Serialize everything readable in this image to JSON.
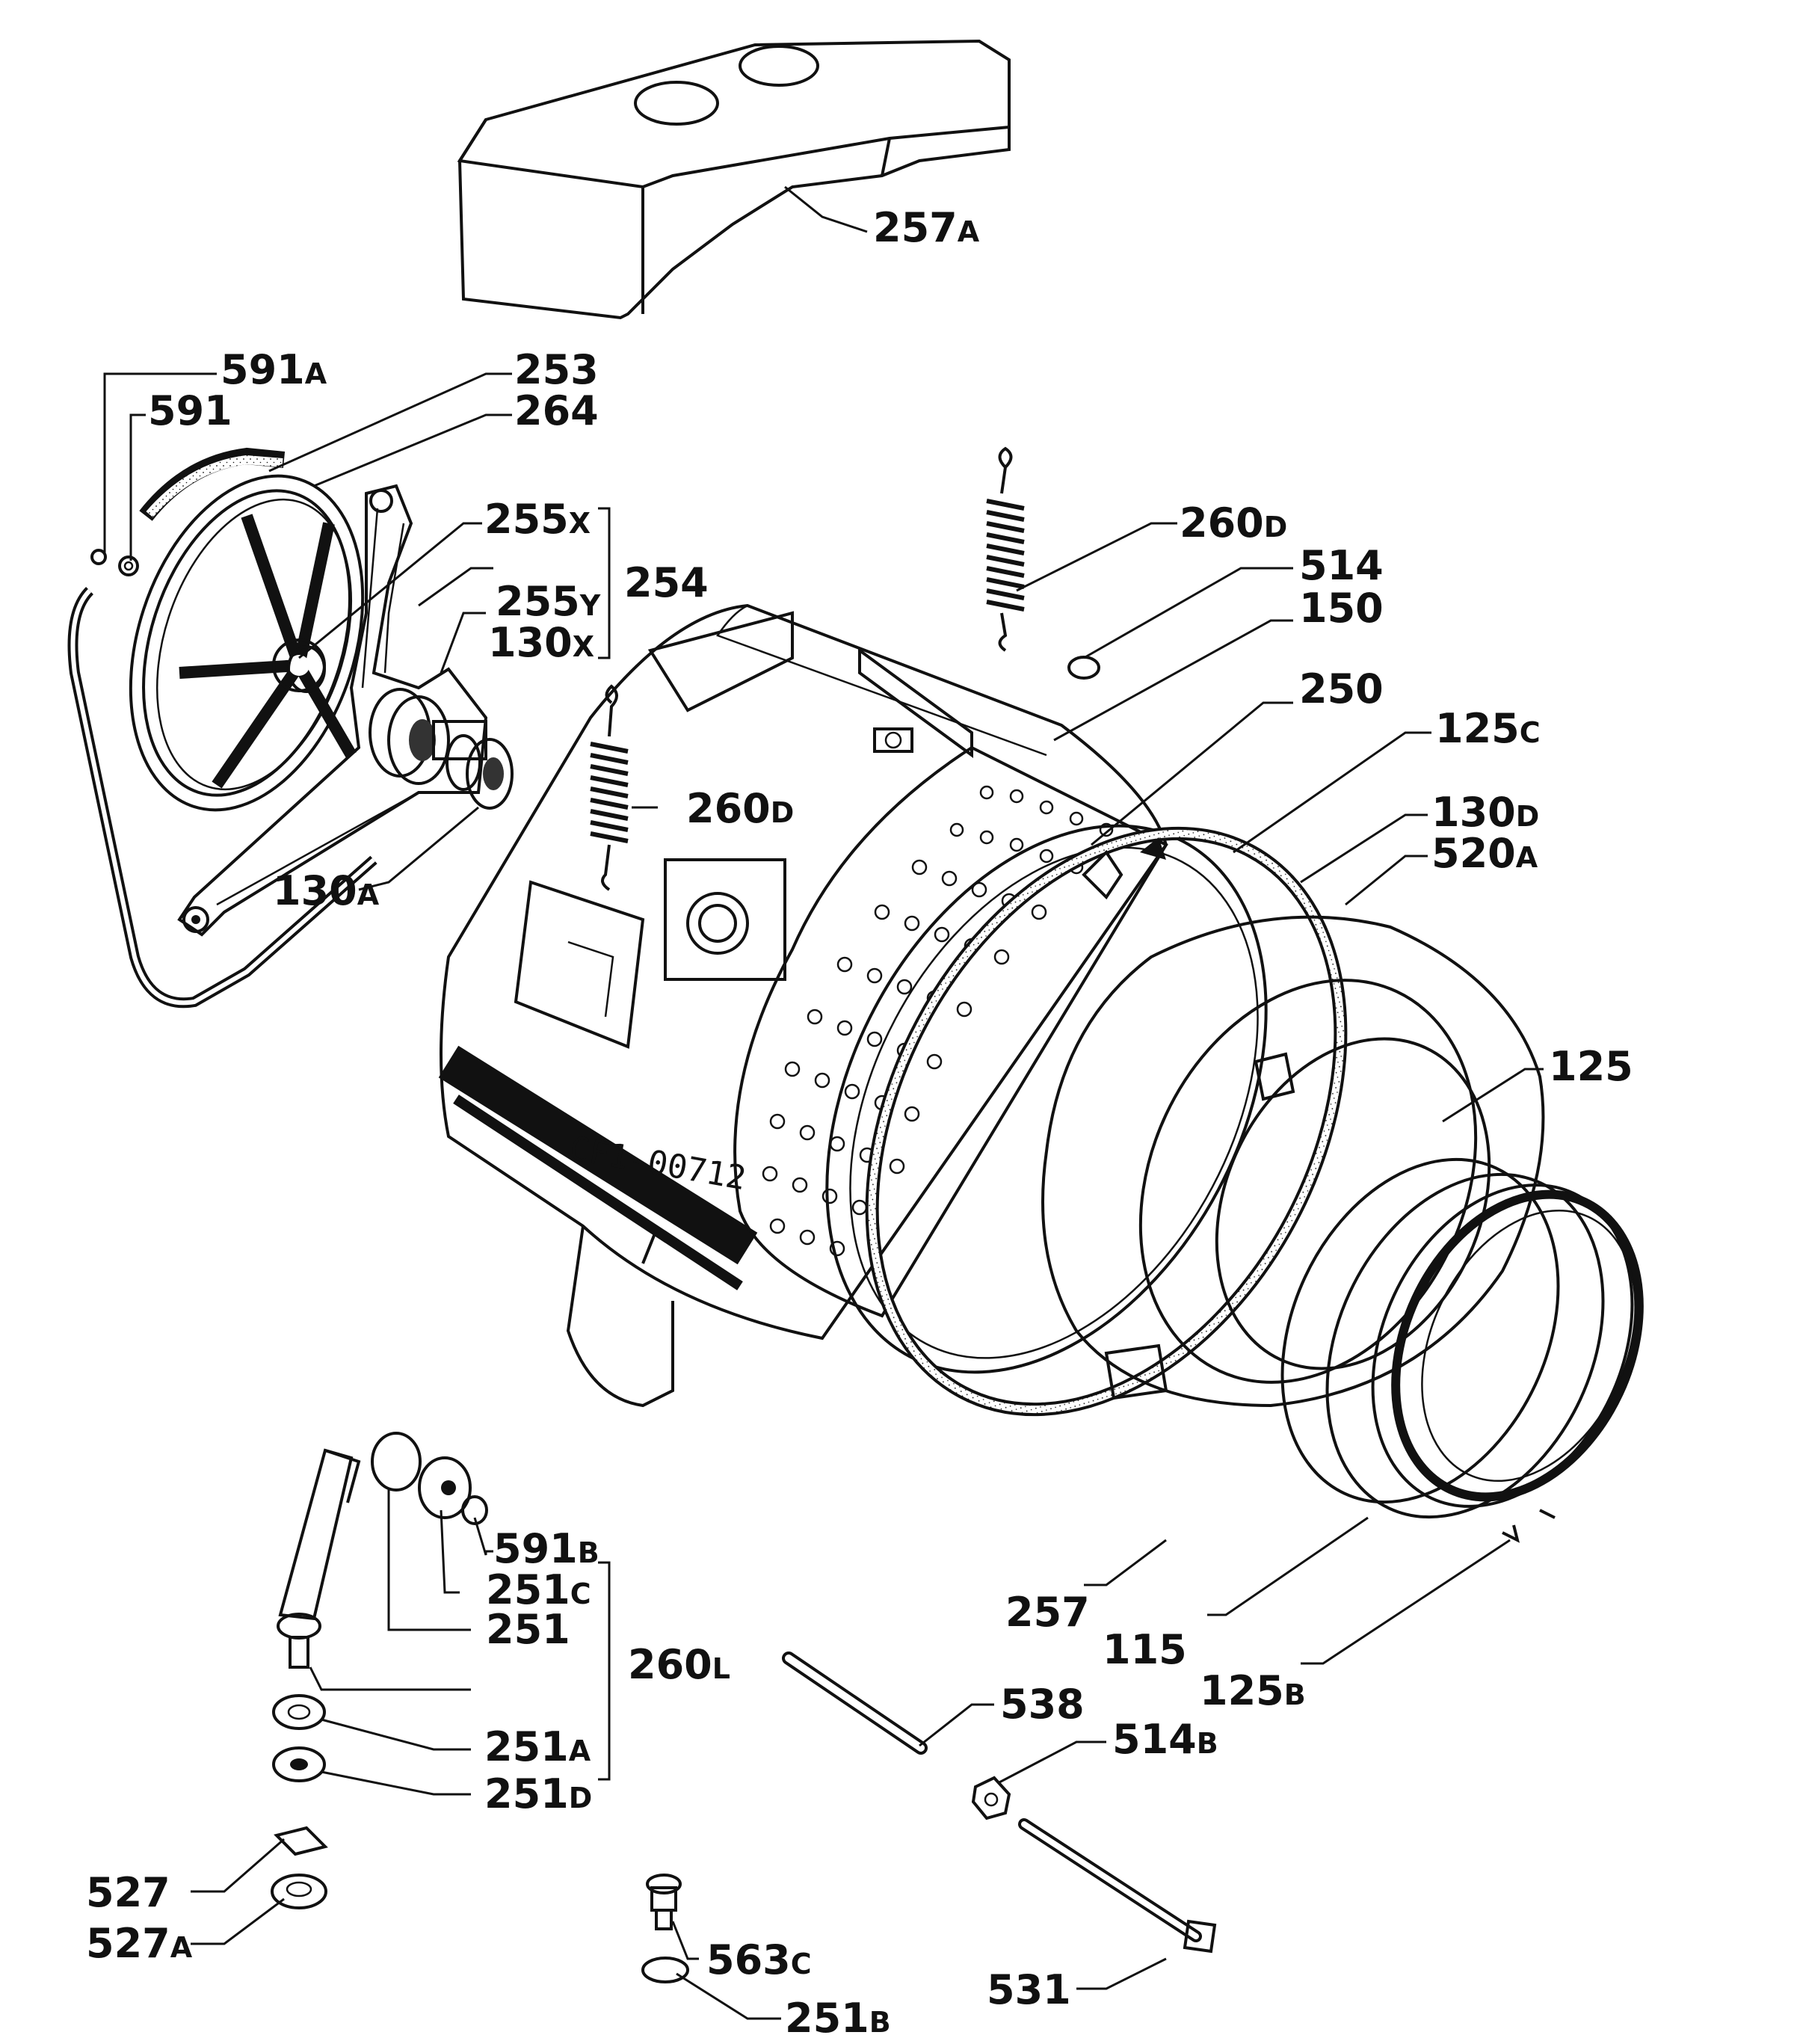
{
  "diagram": {
    "ink_color": "#111111",
    "paper_color": "#ffffff",
    "stamp": "CF1-00712",
    "labels": {
      "l257A": {
        "num": "257",
        "suffix": "A"
      },
      "l591A": {
        "num": "591",
        "suffix": "A"
      },
      "l591": {
        "num": "591",
        "suffix": ""
      },
      "l253": {
        "num": "253",
        "suffix": ""
      },
      "l264": {
        "num": "264",
        "suffix": ""
      },
      "l255X": {
        "num": "255",
        "suffix": "X"
      },
      "l254": {
        "num": "254",
        "suffix": ""
      },
      "l255Y": {
        "num": "255",
        "suffix": "Y"
      },
      "l130X": {
        "num": "130",
        "suffix": "X"
      },
      "l130A": {
        "num": "130",
        "suffix": "A"
      },
      "l260D_top": {
        "num": "260",
        "suffix": "D"
      },
      "l514": {
        "num": "514",
        "suffix": ""
      },
      "l150": {
        "num": "150",
        "suffix": ""
      },
      "l250": {
        "num": "250",
        "suffix": ""
      },
      "l125C": {
        "num": "125",
        "suffix": "C"
      },
      "l260D_mid": {
        "num": "260",
        "suffix": "D"
      },
      "l130D": {
        "num": "130",
        "suffix": "D"
      },
      "l520A": {
        "num": "520",
        "suffix": "A"
      },
      "l125": {
        "num": "125",
        "suffix": ""
      },
      "l591B": {
        "num": "591",
        "suffix": "B"
      },
      "l251C": {
        "num": "251",
        "suffix": "C"
      },
      "l251": {
        "num": "251",
        "suffix": ""
      },
      "l260L": {
        "num": "260",
        "suffix": "L"
      },
      "l251A": {
        "num": "251",
        "suffix": "A"
      },
      "l251D": {
        "num": "251",
        "suffix": "D"
      },
      "l527": {
        "num": "527",
        "suffix": ""
      },
      "l527A": {
        "num": "527",
        "suffix": "A"
      },
      "l257": {
        "num": "257",
        "suffix": ""
      },
      "l115": {
        "num": "115",
        "suffix": ""
      },
      "l125B": {
        "num": "125",
        "suffix": "B"
      },
      "l538": {
        "num": "538",
        "suffix": ""
      },
      "l514B": {
        "num": "514",
        "suffix": "B"
      },
      "l531": {
        "num": "531",
        "suffix": ""
      },
      "l563C": {
        "num": "563",
        "suffix": "C"
      },
      "l251B": {
        "num": "251",
        "suffix": "B"
      }
    }
  }
}
